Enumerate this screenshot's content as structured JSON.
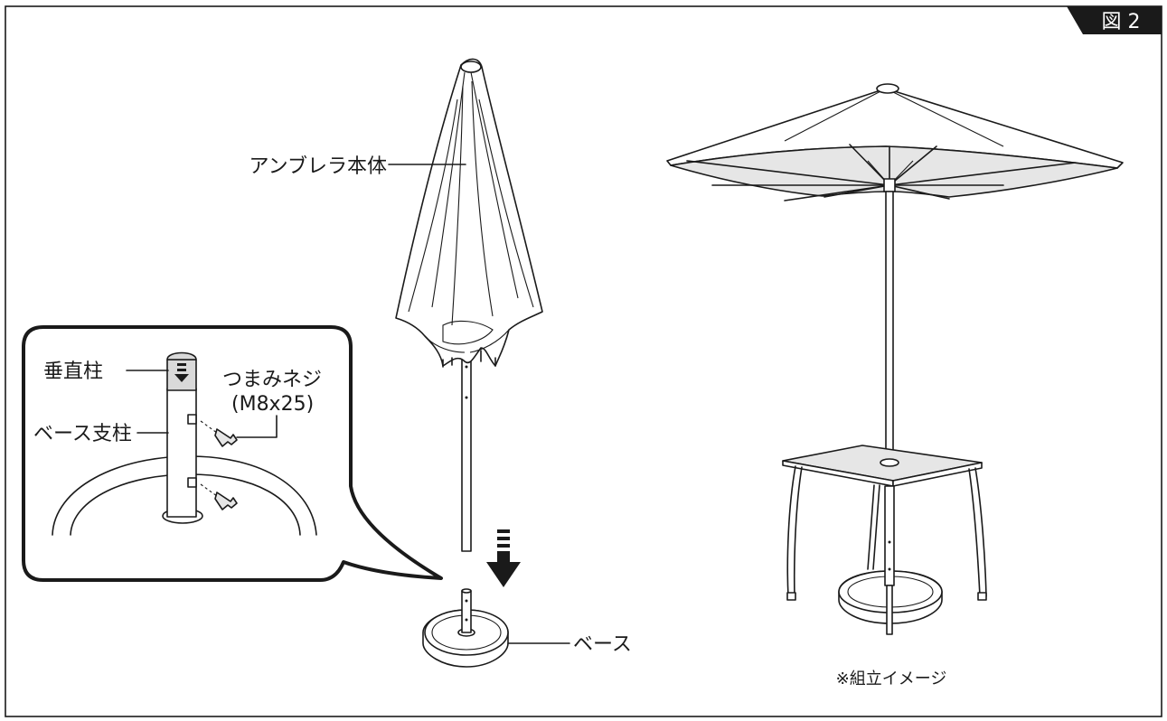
{
  "figure": {
    "tag": "図 2",
    "labels": {
      "umbrella_body": "アンブレラ本体",
      "base": "ベース",
      "vertical_pole": "垂直柱",
      "base_pole": "ベース支柱",
      "knob_screw": "つまみネジ",
      "screw_size": "(M8x25)",
      "assembly_note": "※組立イメージ"
    }
  }
}
